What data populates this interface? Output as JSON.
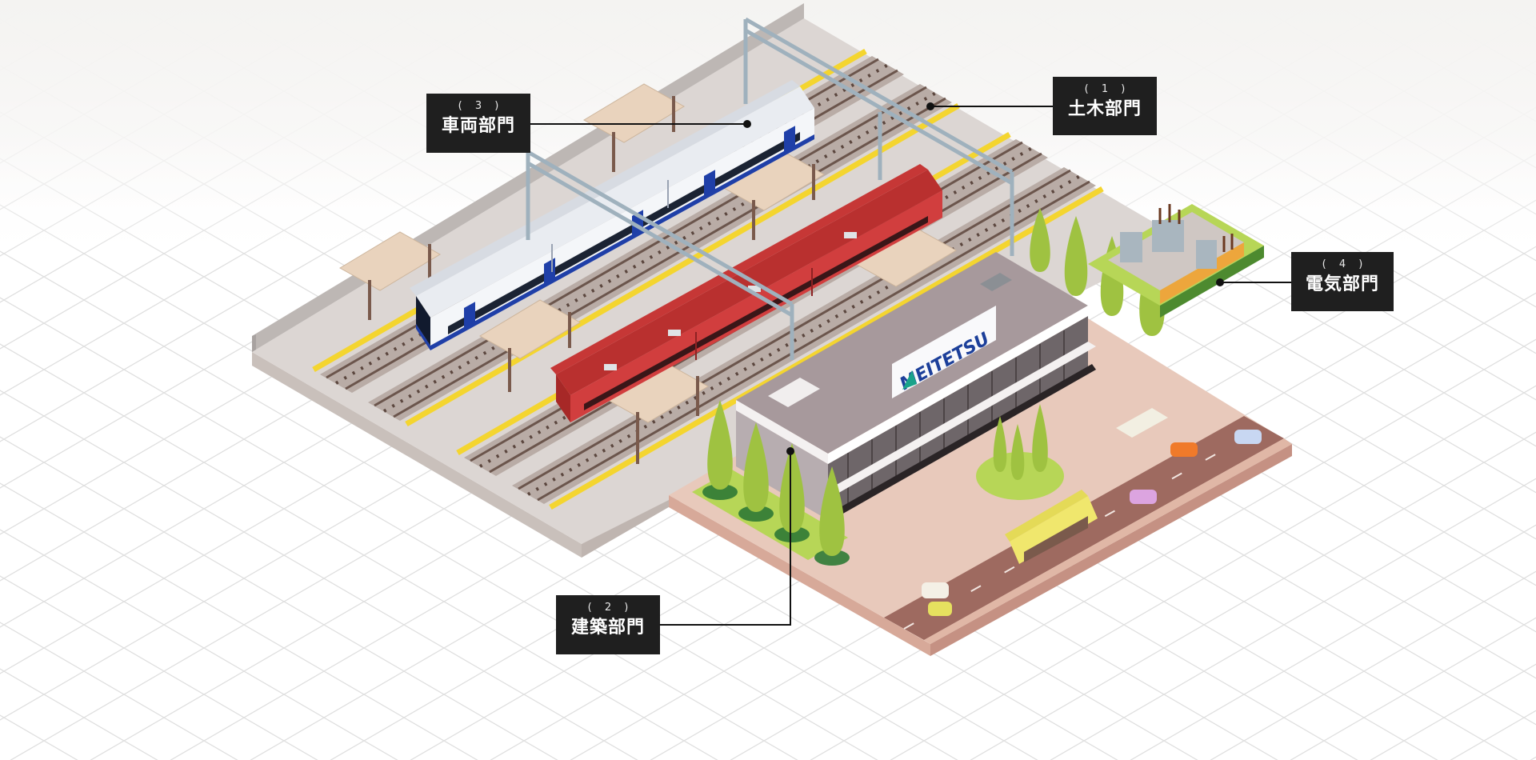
{
  "scene": {
    "description": "Isometric illustration of a railway station with trains, overhead catenary, station building, plaza, road and electric substation",
    "building_sign": "MEITETSU",
    "colors": {
      "label_bg": "#1f1f1f",
      "label_text": "#ffffff",
      "leader_line": "#111111",
      "platform": "#dcd6d3",
      "platform_side": "#c7beb9",
      "track_bed": "#b9aca6",
      "rail": "#6b554c",
      "yellow_line": "#f4d52f",
      "train_white": "#f2f4f7",
      "train_blue": "#1f3fa8",
      "train_red": "#cf3a3c",
      "plaza": "#e8c9bb",
      "road": "#9e6a60",
      "tree": "#9fc241",
      "grass": "#b7d657",
      "substation_fence": "#f3a13a",
      "sign_green": "#1aa38a",
      "sign_blue": "#1c3f9a"
    }
  },
  "departments": [
    {
      "id": "civil",
      "number": "( 1 )",
      "name": "土木部門"
    },
    {
      "id": "architecture",
      "number": "( 2 )",
      "name": "建築部門"
    },
    {
      "id": "rolling-stock",
      "number": "( 3 )",
      "name": "車両部門"
    },
    {
      "id": "electrical",
      "number": "( 4 )",
      "name": "電気部門"
    }
  ]
}
